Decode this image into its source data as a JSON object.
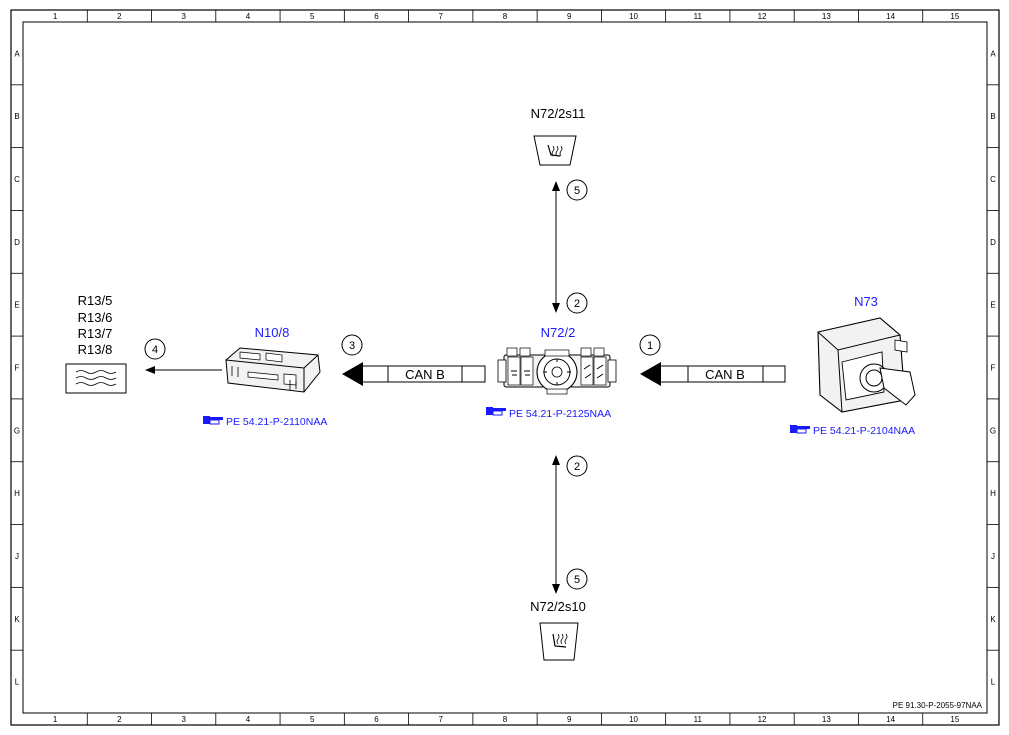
{
  "grid": {
    "columns": [
      "1",
      "2",
      "3",
      "4",
      "5",
      "6",
      "7",
      "8",
      "9",
      "10",
      "11",
      "12",
      "13",
      "14",
      "15"
    ],
    "rows": [
      "A",
      "B",
      "C",
      "D",
      "E",
      "F",
      "G",
      "H",
      "J",
      "K",
      "L"
    ]
  },
  "components": {
    "n73": {
      "label": "N73",
      "ref": "PE 54.21-P-2104NAA"
    },
    "n72_2": {
      "label": "N72/2",
      "ref": "PE 54.21-P-2125NAA"
    },
    "n10_8": {
      "label": "N10/8",
      "ref": "PE 54.21-P-2110NAA"
    },
    "n72_2s11": {
      "label": "N72/2s11"
    },
    "n72_2s10": {
      "label": "N72/2s10"
    },
    "heaters": {
      "lines": [
        "R13/5",
        "R13/6",
        "R13/7",
        "R13/8"
      ]
    }
  },
  "connections": {
    "bus1": {
      "label": "CAN B",
      "step": "1"
    },
    "bus2": {
      "label": "CAN B",
      "step": "3"
    },
    "step_2_top": "2",
    "step_2_bottom": "2",
    "step_4": "4",
    "step_5_top": "5",
    "step_5_bottom": "5"
  },
  "doc_code": "PE 91.30-P-2055-97NAA",
  "colors": {
    "label_blue": "#1a1aff",
    "line": "#000000"
  },
  "icons": {
    "ref": "pointing-hand-icon",
    "seat_switch": "seat-heater-switch-icon",
    "heater": "heating-mat-icon"
  }
}
